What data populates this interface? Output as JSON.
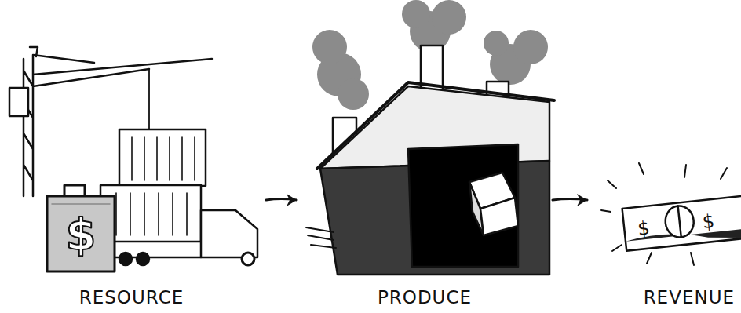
{
  "diagram": {
    "nodes": [
      {
        "text": [
          "RESOURCE"
        ]
      },
      {
        "text": [
          "PRODUCE"
        ]
      },
      {
        "text": [
          "REVENUE"
        ]
      }
    ],
    "edges": [
      {
        "from": 0,
        "to": 1,
        "arrow": "to"
      },
      {
        "from": 1,
        "to": 2,
        "arrow": "to"
      }
    ]
  }
}
